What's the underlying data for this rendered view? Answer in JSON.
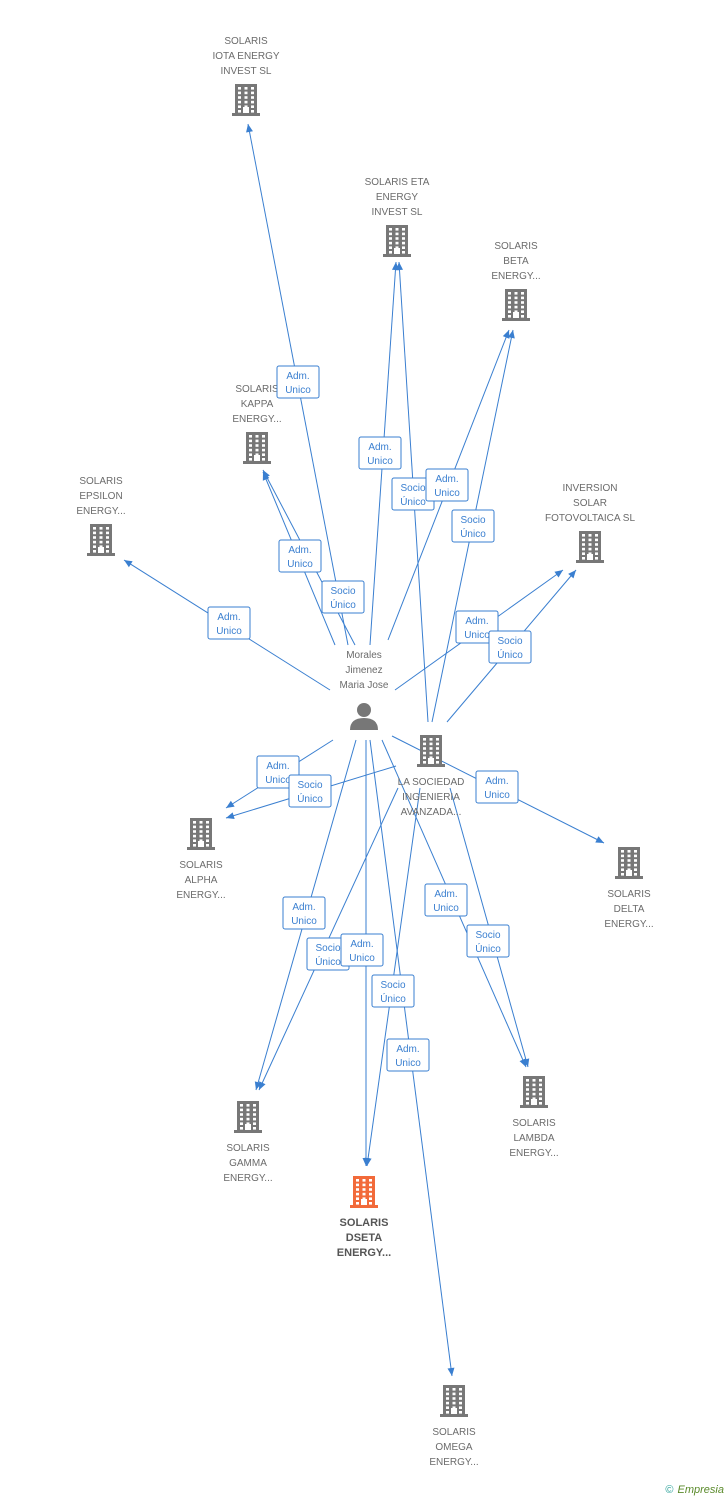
{
  "colors": {
    "edge": "#3a7fd0",
    "company": "#777777",
    "focus": "#f26a3a",
    "person": "#777777"
  },
  "nodes": [
    {
      "id": "iota",
      "type": "company",
      "icon": "building-icon",
      "label": [
        "SOLARIS",
        "IOTA ENERGY",
        "INVEST SL"
      ]
    },
    {
      "id": "eta",
      "type": "company",
      "icon": "building-icon",
      "label": [
        "SOLARIS ETA",
        "ENERGY",
        "INVEST SL"
      ]
    },
    {
      "id": "beta",
      "type": "company",
      "icon": "building-icon",
      "label": [
        "SOLARIS",
        "BETA",
        "ENERGY..."
      ]
    },
    {
      "id": "kappa",
      "type": "company",
      "icon": "building-icon",
      "label": [
        "SOLARIS",
        "KAPPA",
        "ENERGY..."
      ]
    },
    {
      "id": "epsilon",
      "type": "company",
      "icon": "building-icon",
      "label": [
        "SOLARIS",
        "EPSILON",
        "ENERGY..."
      ]
    },
    {
      "id": "inversion",
      "type": "company",
      "icon": "building-icon",
      "label": [
        "INVERSION",
        "SOLAR",
        "FOTOVOLTAICA SL"
      ]
    },
    {
      "id": "person",
      "type": "person",
      "icon": "person-icon",
      "label": [
        "Morales",
        "Jimenez",
        "Maria Jose"
      ]
    },
    {
      "id": "sociedad",
      "type": "company",
      "icon": "building-icon",
      "label": [
        "LA SOCIEDAD",
        "INGENIERIA",
        "AVANZADA..."
      ]
    },
    {
      "id": "alpha",
      "type": "company",
      "icon": "building-icon",
      "label": [
        "SOLARIS",
        "ALPHA",
        "ENERGY..."
      ]
    },
    {
      "id": "delta",
      "type": "company",
      "icon": "building-icon",
      "label": [
        "SOLARIS",
        "DELTA",
        "ENERGY..."
      ]
    },
    {
      "id": "gamma",
      "type": "company",
      "icon": "building-icon",
      "label": [
        "SOLARIS",
        "GAMMA",
        "ENERGY..."
      ]
    },
    {
      "id": "lambda",
      "type": "company",
      "icon": "building-icon",
      "label": [
        "SOLARIS",
        "LAMBDA",
        "ENERGY..."
      ]
    },
    {
      "id": "dseta",
      "type": "focus",
      "icon": "building-icon",
      "label": [
        "SOLARIS",
        "DSETA",
        "ENERGY..."
      ]
    },
    {
      "id": "omega",
      "type": "company",
      "icon": "building-icon",
      "label": [
        "SOLARIS",
        "OMEGA",
        "ENERGY..."
      ]
    }
  ],
  "edges": [
    {
      "from": "person",
      "to": "iota",
      "label": [
        "Adm.",
        "Unico"
      ]
    },
    {
      "from": "person",
      "to": "eta",
      "label": [
        "Adm.",
        "Unico"
      ]
    },
    {
      "from": "sociedad",
      "to": "eta",
      "label": [
        "Socio",
        "Único"
      ]
    },
    {
      "from": "person",
      "to": "beta",
      "label": [
        "Adm.",
        "Unico"
      ]
    },
    {
      "from": "sociedad",
      "to": "beta",
      "label": [
        "Socio",
        "Único"
      ]
    },
    {
      "from": "person",
      "to": "kappa",
      "label": [
        "Adm.",
        "Unico"
      ]
    },
    {
      "from": "sociedad",
      "to": "kappa",
      "label": [
        "Socio",
        "Único"
      ]
    },
    {
      "from": "person",
      "to": "epsilon",
      "label": [
        "Adm.",
        "Unico"
      ]
    },
    {
      "from": "person",
      "to": "inversion",
      "label": [
        "Adm.",
        "Unico"
      ]
    },
    {
      "from": "sociedad",
      "to": "inversion",
      "label": [
        "Socio",
        "Único"
      ]
    },
    {
      "from": "person",
      "to": "alpha",
      "label": [
        "Adm.",
        "Unico"
      ]
    },
    {
      "from": "sociedad",
      "to": "alpha",
      "label": [
        "Socio",
        "Único"
      ]
    },
    {
      "from": "person",
      "to": "delta",
      "label": [
        "Adm.",
        "Unico"
      ]
    },
    {
      "from": "person",
      "to": "gamma",
      "label": [
        "Adm.",
        "Unico"
      ]
    },
    {
      "from": "sociedad",
      "to": "gamma",
      "label": [
        "Socio",
        "Único"
      ]
    },
    {
      "from": "person",
      "to": "dseta",
      "label": [
        "Adm.",
        "Unico"
      ]
    },
    {
      "from": "sociedad",
      "to": "dseta",
      "label": [
        "Socio",
        "Único"
      ]
    },
    {
      "from": "person",
      "to": "lambda",
      "label": [
        "Adm.",
        "Unico"
      ]
    },
    {
      "from": "sociedad",
      "to": "lambda",
      "label": [
        "Socio",
        "Único"
      ]
    },
    {
      "from": "person",
      "to": "omega",
      "label": [
        "Adm.",
        "Unico"
      ]
    }
  ],
  "footer": {
    "copyright": "©",
    "brand": "Empresia"
  }
}
